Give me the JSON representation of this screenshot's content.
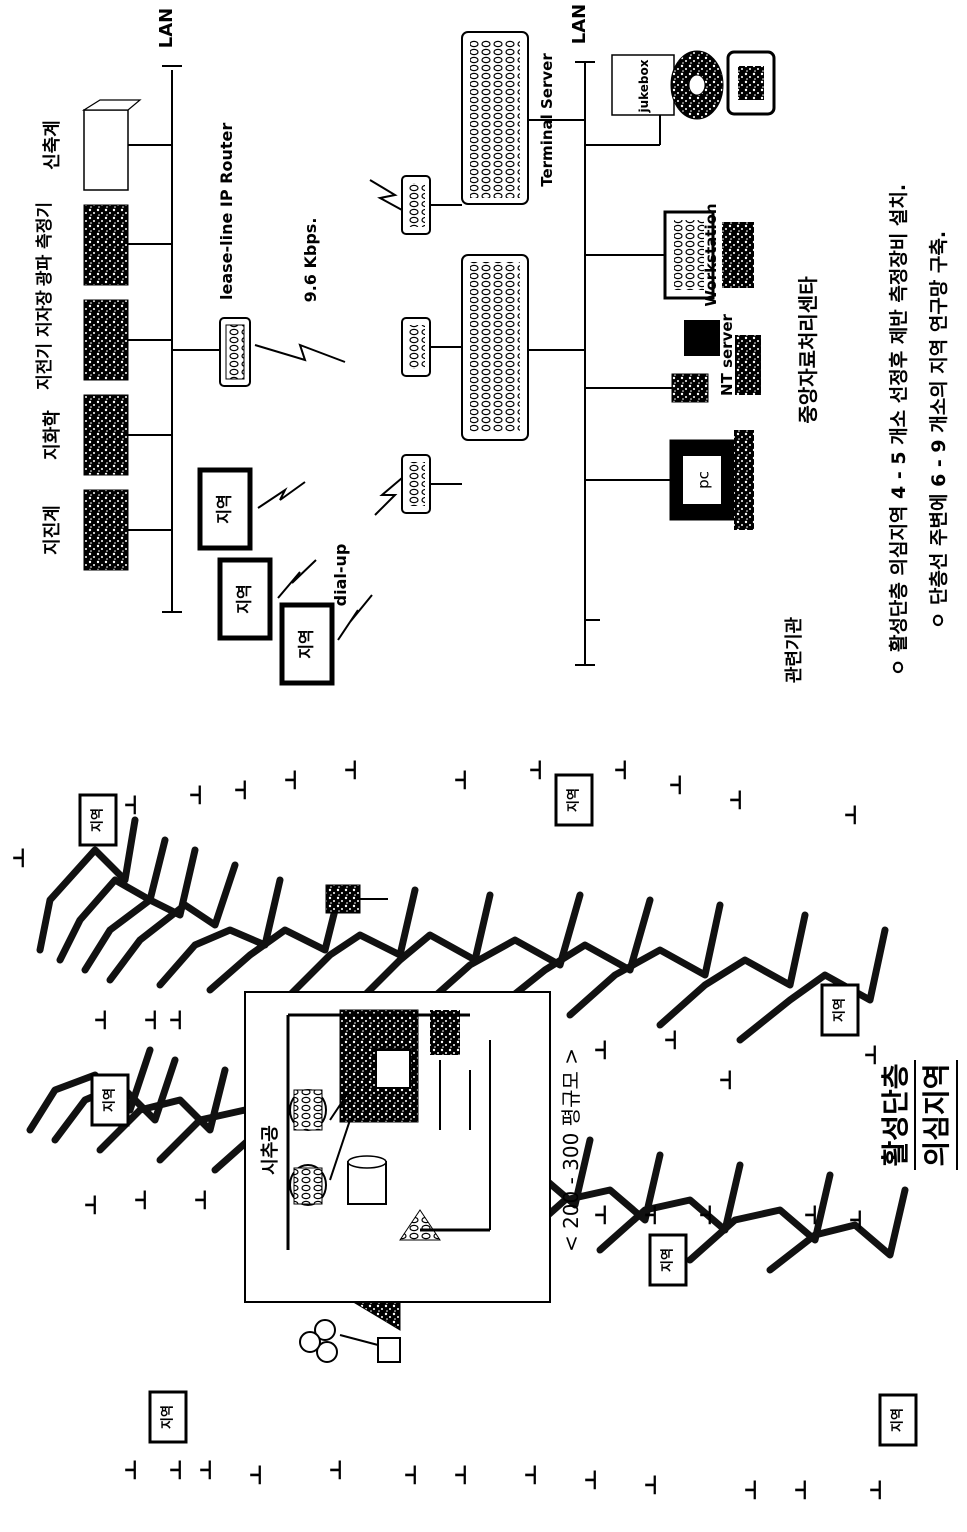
{
  "network": {
    "lan_label_left": "LAN",
    "lan_label_right": "LAN",
    "devices": [
      {
        "label": "지진계"
      },
      {
        "label": "지화학"
      },
      {
        "label": "지전기 지자장"
      },
      {
        "label": "광파 측정기"
      },
      {
        "label": "신축계"
      }
    ],
    "router_label": "lease-line IP Router",
    "speed_label": "9.6 Kbps.",
    "dialup_label": "dial-up",
    "region_label": "지역",
    "terminal_server_label": "Terminal Server",
    "jukebox_label": "jukebox",
    "workstation_label": "Workstation",
    "nt_server_label": "NT server",
    "pc_label": "pc",
    "center_label": "중앙자료처리센타",
    "agency_label": "관련기관"
  },
  "map": {
    "title_line1": "활성단층",
    "title_line2": "의심지역",
    "region_label": "지역",
    "inset_title": "시추공",
    "scale_label": "< 200 - 300 평규모 >"
  },
  "notes": [
    "ㅇ 활성단층 의심지역 4 - 5 개소 선정후 제반 측정장비 설치.",
    "ㅇ 단층선 주변에 6 - 9 개소의 지역 연구망 구축."
  ]
}
